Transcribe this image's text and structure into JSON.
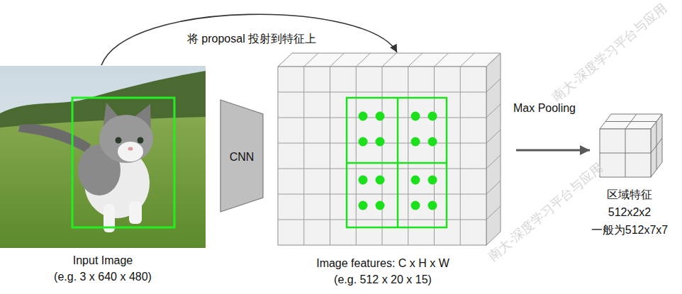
{
  "diagram": {
    "nodes": [
      {
        "text": [
          "Input Image",
          "(e.g. 3 x 640 x 480)"
        ]
      },
      {
        "text": [
          "CNN"
        ]
      },
      {
        "text": [
          "Image features: C x H x W",
          "(e.g. 512 x 20 x 15)"
        ]
      },
      {
        "text": [
          "区域特征",
          "512x2x2",
          "一般为512x7x7"
        ]
      }
    ],
    "edges": [
      {
        "from": 0,
        "to": 2,
        "arrow": "to",
        "label": "将 proposal 投射到特征上"
      },
      {
        "from": 2,
        "to": 3,
        "arrow": "to",
        "label": "Max Pooling"
      }
    ],
    "labels": [
      "南大-深度学习平台与应用",
      "南大-深度学习平台与应用"
    ]
  }
}
